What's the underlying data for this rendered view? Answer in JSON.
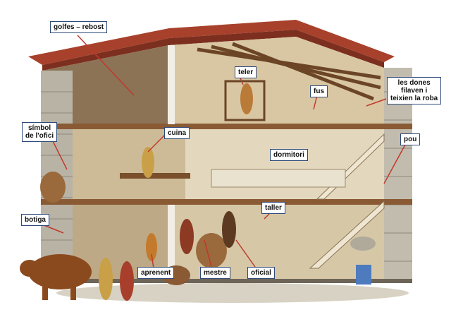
{
  "labels": {
    "golfes_rebost": "golfes – rebost",
    "teler": "teler",
    "fus": "fus",
    "les_dones_line1": "les dones",
    "les_dones_line2": "filaven i",
    "les_dones_line3": "teixien la roba",
    "simbol_line1": "símbol",
    "simbol_line2": "de l'ofici",
    "cuina": "cuina",
    "dormitori": "dormitori",
    "pou": "pou",
    "taller": "taller",
    "botiga": "botiga",
    "aprenent": "aprenent",
    "mestre": "mestre",
    "oficial": "oficial"
  },
  "colors": {
    "roof": "#a8412c",
    "stone": "#b9b3a5",
    "wood": "#8a5a34",
    "label_border": "#2e4a7a",
    "leader": "#c0392b"
  }
}
